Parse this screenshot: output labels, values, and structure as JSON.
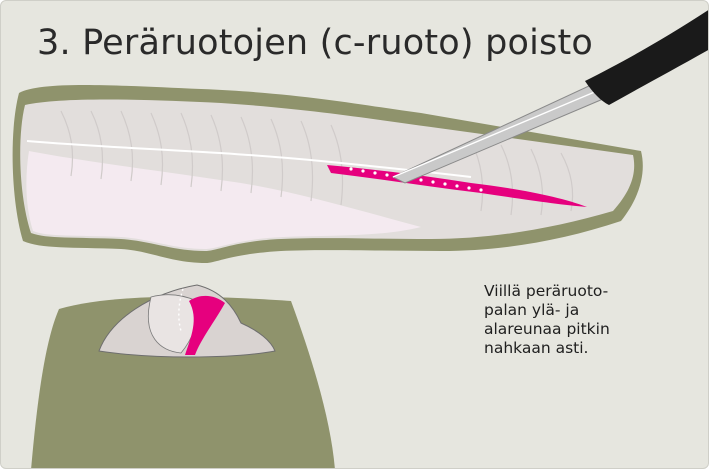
{
  "title": "3. Peräruotojen (c-ruoto) poisto",
  "caption_lines": [
    "Viillä peräruoto-",
    "palan ylä- ja",
    "alareunaa pitkin",
    "nahkaan asti."
  ],
  "colors": {
    "background": "#e6e6df",
    "skin": "#8f936c",
    "flesh": "#e2dedc",
    "belly": "#f4eaf0",
    "bone_cut": "#e6007e",
    "knife_handle": "#1a1a1a",
    "knife_blade": "#c9c9c9"
  },
  "icons": [
    "fish-fillet-illustration",
    "knife-icon",
    "fillet-piece-illustration",
    "cutting-board"
  ]
}
